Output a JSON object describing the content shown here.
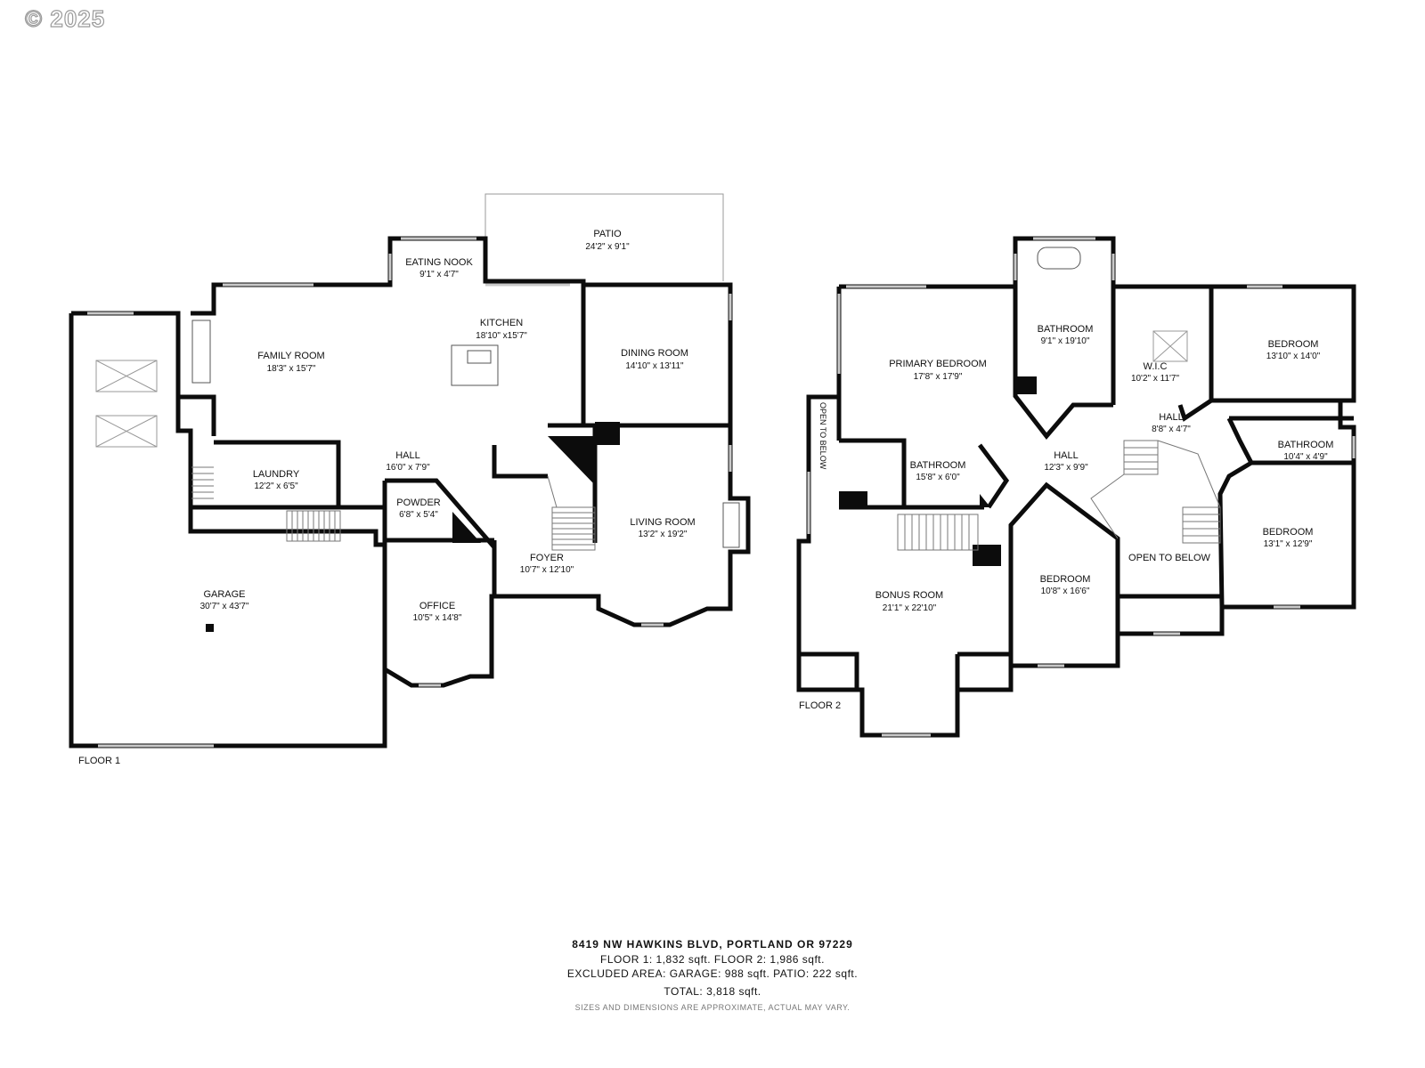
{
  "copyright": "© 2025",
  "floors": [
    {
      "label": "FLOOR 1",
      "rooms": [
        {
          "name": "PATIO",
          "dims": "24'2\" x 9'1\""
        },
        {
          "name": "EATING NOOK",
          "dims": "9'1\" x 4'7\""
        },
        {
          "name": "KITCHEN",
          "dims": "18'10\" x15'7\""
        },
        {
          "name": "FAMILY ROOM",
          "dims": "18'3\" x 15'7\""
        },
        {
          "name": "DINING ROOM",
          "dims": "14'10\" x 13'11\""
        },
        {
          "name": "HALL",
          "dims": "16'0\" x 7'9\""
        },
        {
          "name": "LAUNDRY",
          "dims": "12'2\" x 6'5\""
        },
        {
          "name": "POWDER",
          "dims": "6'8\" x 5'4\""
        },
        {
          "name": "LIVING ROOM",
          "dims": "13'2\" x 19'2\""
        },
        {
          "name": "FOYER",
          "dims": "10'7\" x 12'10\""
        },
        {
          "name": "GARAGE",
          "dims": "30'7\" x 43'7\""
        },
        {
          "name": "OFFICE",
          "dims": "10'5\" x 14'8\""
        }
      ]
    },
    {
      "label": "FLOOR 2",
      "open_to_below_label": "OPEN TO BELOW",
      "rooms": [
        {
          "name": "BATHROOM",
          "dims": "9'1\" x 19'10\""
        },
        {
          "name": "PRIMARY BEDROOM",
          "dims": "17'8\" x 17'9\""
        },
        {
          "name": "W.I.C",
          "dims": "10'2\" x 11'7\""
        },
        {
          "name": "BEDROOM",
          "dims": "13'10\" x 14'0\""
        },
        {
          "name": "HALL",
          "dims": "8'8\" x 4'7\""
        },
        {
          "name": "BATHROOM",
          "dims": "10'4\" x 4'9\""
        },
        {
          "name": "BATHROOM",
          "dims": "15'8\" x 6'0\""
        },
        {
          "name": "HALL",
          "dims": "12'3\" x 9'9\""
        },
        {
          "name": "BEDROOM",
          "dims": "13'1\" x 12'9\""
        },
        {
          "name": "OPEN TO BELOW",
          "dims": ""
        },
        {
          "name": "BONUS ROOM",
          "dims": "21'1\" x 22'10\""
        },
        {
          "name": "BEDROOM",
          "dims": "10'8\" x 16'6\""
        }
      ]
    }
  ],
  "footer": {
    "address": "8419 NW HAWKINS BLVD, PORTLAND OR 97229",
    "floor_areas": "FLOOR 1: 1,832 sqft. FLOOR 2: 1,986 sqft.",
    "excluded": "EXCLUDED AREA: GARAGE: 988 sqft. PATIO: 222 sqft.",
    "total": "TOTAL: 3,818 sqft.",
    "disclaimer": "SIZES AND DIMENSIONS ARE APPROXIMATE, ACTUAL MAY VARY."
  }
}
